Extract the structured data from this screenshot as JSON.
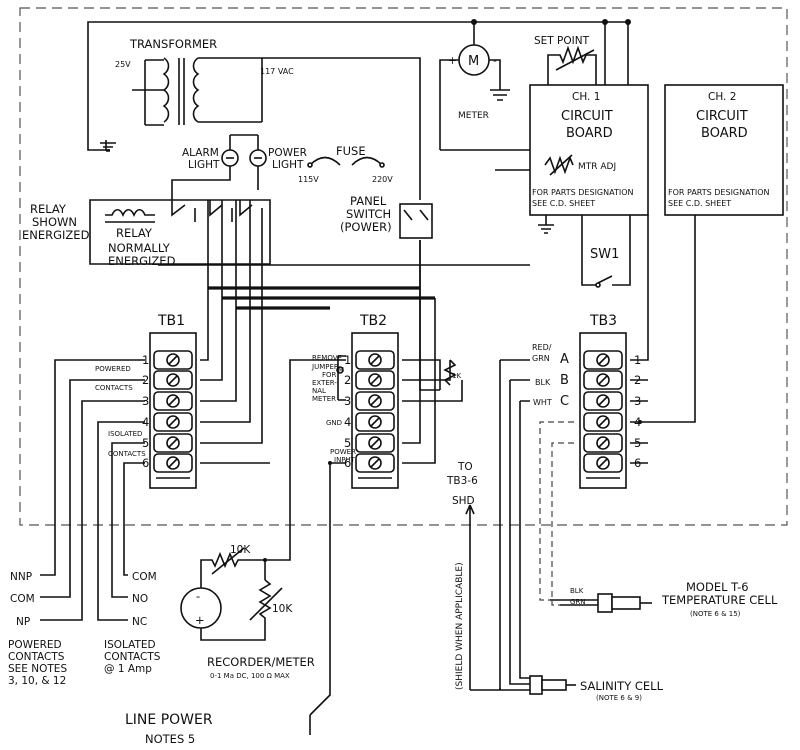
{
  "transformer": {
    "title": "TRANSFORMER",
    "v_low": "25V",
    "v_high": "117 VAC"
  },
  "meter": {
    "label": "METER",
    "symbol": "M",
    "plus": "+",
    "minus": "-"
  },
  "set_point": "SET POINT",
  "ch1": {
    "channel": "CH. 1",
    "line1": "CIRCUIT",
    "line2": "BOARD",
    "adj": "MTR ADJ",
    "parts1": "FOR PARTS DESIGNATION",
    "parts2": "SEE C.D. SHEET"
  },
  "ch2": {
    "channel": "CH. 2",
    "line1": "CIRCUIT",
    "line2": "BOARD",
    "parts1": "FOR PARTS DESIGNATION",
    "parts2": "SEE C.D. SHEET"
  },
  "alarm": {
    "line1": "ALARM",
    "line2": "LIGHT"
  },
  "power_light": {
    "line1": "POWER",
    "line2": "LIGHT"
  },
  "fuse": {
    "label": "FUSE",
    "v115": "115V",
    "v220": "220V"
  },
  "relay_shown": {
    "line1": "RELAY",
    "line2": "SHOWN",
    "line3": "ENERGIZED"
  },
  "relay": {
    "label": "RELAY",
    "line2": "NORMALLY",
    "line3": "ENERGIZED"
  },
  "panel_switch": {
    "line1": "PANEL",
    "line2": "SWITCH",
    "line3": "(POWER)"
  },
  "sw1": "SW1",
  "tb1": {
    "title": "TB1",
    "terminals": [
      "1",
      "2",
      "3",
      "4",
      "5",
      "6"
    ],
    "powered": "POWERED",
    "contacts": "CONTACTS",
    "isolated": "ISOLATED",
    "contacts2": "CONTACTS"
  },
  "tb2": {
    "title": "TB2",
    "terminals": [
      "1",
      "2",
      "3",
      "4",
      "5",
      "6"
    ],
    "remove_jumper": [
      "REMOVE",
      "JUMPER",
      "FOR",
      "EXTER-",
      "NAL",
      "METER"
    ],
    "jumper_symbol": "M",
    "gnd": "GND",
    "power_input": [
      "POWER",
      "INPUT"
    ],
    "resistor": "1K"
  },
  "tb3": {
    "title": "TB3",
    "terminals": [
      "1",
      "2",
      "3",
      "4",
      "5",
      "6"
    ],
    "letters": [
      "A",
      "B",
      "C"
    ],
    "red_grn": [
      "RED/",
      "GRN"
    ],
    "blk": "BLK",
    "wht": "WHT"
  },
  "to_tb3": {
    "line1": "TO",
    "line2": "TB3-6",
    "shd": "SHD"
  },
  "shield": "(SHIELD WHEN APPLICABLE)",
  "left_terminals": {
    "nnp": "NNP",
    "com": "COM",
    "np": "NP",
    "com2": "COM",
    "no": "NO",
    "nc": "NC"
  },
  "powered_notes": [
    "POWERED",
    "CONTACTS",
    "SEE NOTES",
    "3, 10, & 12"
  ],
  "isolated_notes": [
    "ISOLATED",
    "CONTACTS",
    "@ 1 Amp"
  ],
  "recorder": {
    "r1": "10K",
    "r2": "10K",
    "minus": "-",
    "plus": "+",
    "title": "RECORDER/METER",
    "spec": "0-1 Ma DC, 100 Ω MAX"
  },
  "temp_cell": {
    "blk": "BLK",
    "grn": "GRN",
    "title1": "MODEL T-6",
    "title2": "TEMPERATURE CELL",
    "note": "(NOTE 6 & 15)"
  },
  "salinity": {
    "title": "SALINITY CELL",
    "note": "(NOTE 6 & 9)"
  },
  "line_power": {
    "title": "LINE POWER",
    "notes": "NOTES 5"
  }
}
